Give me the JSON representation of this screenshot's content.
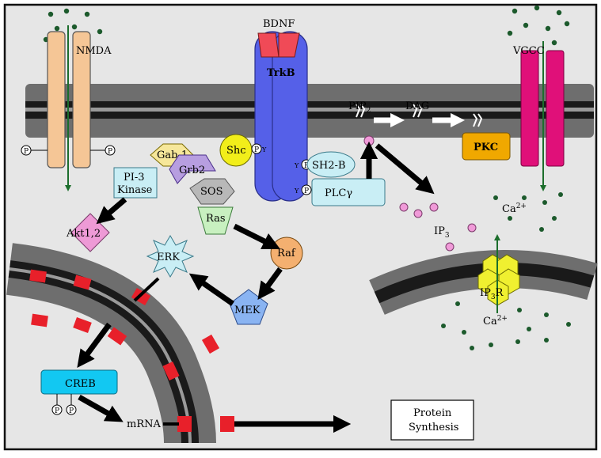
{
  "labels": {
    "nmda": "NMDA",
    "bdnf": "BDNF",
    "trkb": "TrkB",
    "vgcc": "VGCC",
    "pip2": "PIP",
    "pip2_sub": "2",
    "dag": "DAG",
    "pkc": "PKC",
    "gab1": "Gab-1",
    "shc": "Shc",
    "grb2": "Grb2",
    "pi3k_line1": "PI-3",
    "pi3k_line2": "Kinase",
    "sos": "SOS",
    "ras": "Ras",
    "sh2b": "SH2-B",
    "plcg": "PLCγ",
    "akt": "Akt1,2",
    "erk": "ERK",
    "raf": "Raf",
    "mek": "MEK",
    "ip3": "IP",
    "ip3_sub": "3",
    "ca_top": "Ca",
    "ca_top_sup": "2+",
    "ip3r": "IP",
    "ip3r_sub": "3",
    "ip3r_suffix": "R",
    "ca_bottom": "Ca",
    "ca_bottom_sup": "2+",
    "creb": "CREB",
    "mrna": "mRNA",
    "protein_line1": "Protein",
    "protein_line2": "Synthesis",
    "phospho": "P",
    "tyr": "Y"
  },
  "colors": {
    "background": "#e6e6e6",
    "membrane": "#6e6e6e",
    "membrane_dark": "#1a1a1a",
    "nmda": "#f5c696",
    "trkb": "#5560e8",
    "bdnf": "#f04a57",
    "vgcc": "#e01079",
    "pkc": "#f0a800",
    "shc": "#f2ee1a",
    "gab1": "#f6e79a",
    "grb2": "#b79ee0",
    "pi3k": "#c9eef5",
    "sos": "#b8b8b8",
    "ras": "#c8f0c0",
    "sh2b": "#c9eef5",
    "plcg": "#c9eef5",
    "akt": "#ee9ad6",
    "erk": "#c9eef5",
    "raf": "#f4b070",
    "mek": "#8ab4f2",
    "creb": "#12c8f2",
    "ip3": "#f09ad8",
    "ip3r": "#f0f030",
    "calcium": "#1c5a2c",
    "nuclear_pore": "#e8202a",
    "arrow": "#000000"
  }
}
